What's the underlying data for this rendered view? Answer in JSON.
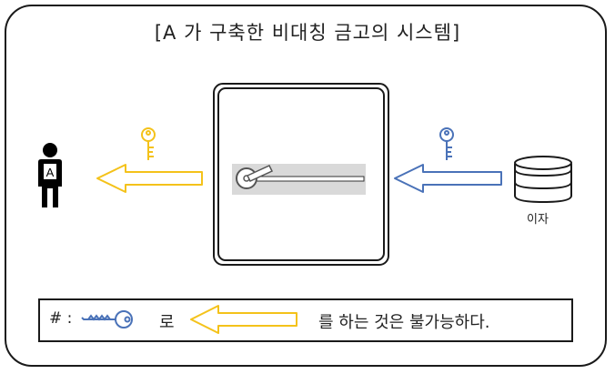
{
  "title": "[A 가 구축한 비대칭 금고의 시스템]",
  "db_label": "이자",
  "legend": {
    "hash": "# :",
    "ro": "로",
    "text": "를 하는 것은 불가능하다."
  },
  "colors": {
    "outline": "#1a1a1a",
    "yellow": "#f4c21a",
    "blue": "#4a72b8",
    "handle_bg": "#d9d9d9"
  },
  "icons": [
    "person-icon",
    "yellow-key-icon",
    "yellow-arrow-icon",
    "safe-icon",
    "blue-key-icon",
    "blue-arrow-icon",
    "database-icon",
    "blue-key-legend-icon",
    "yellow-arrow-legend-icon"
  ]
}
